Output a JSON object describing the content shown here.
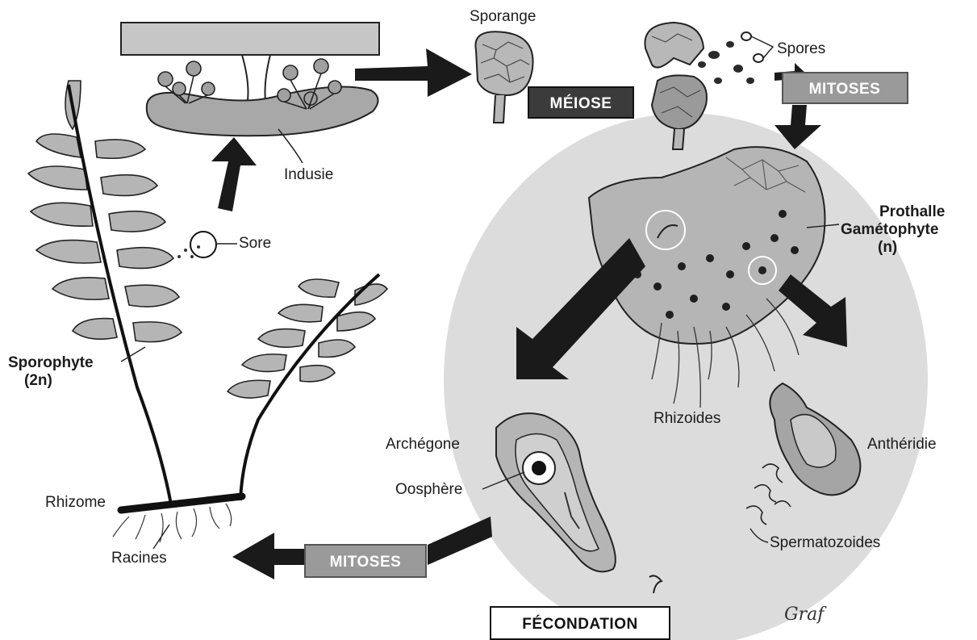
{
  "labels": {
    "sporange": "Sporange",
    "spores": "Spores",
    "meiose": "MÉIOSE",
    "mitoses_top": "MITOSES",
    "indusie": "Indusie",
    "sore": "Sore",
    "prothalle": "Prothalle",
    "gametophyte": "Gamétophyte",
    "gametophyte_ploidy": "(n)",
    "sporophyte": "Sporophyte",
    "sporophyte_ploidy": "(2n)",
    "rhizoides": "Rhizoides",
    "archegone": "Archégone",
    "anatheridie": "Anthéridie",
    "oosphere": "Oosphère",
    "rhizome": "Rhizome",
    "racines": "Racines",
    "mitoses_bottom": "MITOSES",
    "spermatozoides": "Spermatozoides",
    "fecondation": "FÉCONDATION",
    "signature": "Graf"
  },
  "colors": {
    "tissue_gray": "#b5b5b5",
    "dark_gray": "#3a3a3a",
    "circle_bg": "#dcdcdc",
    "box_dark": "#3b3b3b",
    "box_mid": "#9a9a9a",
    "arrow": "#1a1a1a"
  }
}
